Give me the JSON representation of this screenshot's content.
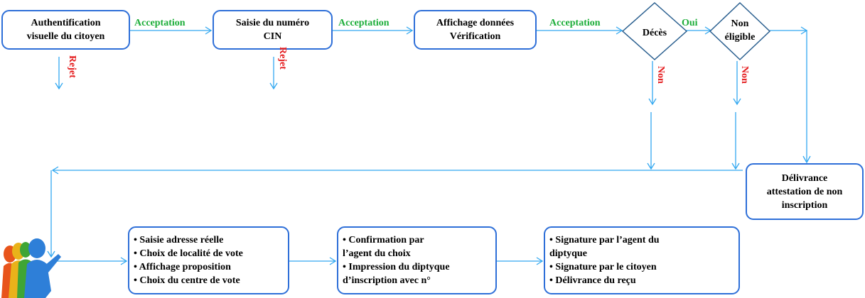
{
  "process": {
    "auth": {
      "line1": "Authentification",
      "line2": "visuelle du citoyen"
    },
    "cin": {
      "line1": "Saisie du numéro",
      "line2": "CIN"
    },
    "display": {
      "line1": "Affichage données",
      "line2": "Vérification"
    },
    "deces": "Décès",
    "eligible": {
      "line1": "Non",
      "line2": "éligible"
    },
    "attestation": {
      "line1": "Délivrance",
      "line2": "attestation de non",
      "line3": "inscription"
    }
  },
  "labels": {
    "acceptation": "Acceptation",
    "rejet": "Rejet",
    "oui": "Oui",
    "non": "Non"
  },
  "steps": {
    "step1": [
      "• Saisie adresse réelle",
      "• Choix de localité de vote",
      "• Affichage proposition",
      "• Choix du centre de vote"
    ],
    "step2": [
      "• Confirmation par",
      "l’agent du choix",
      "• Impression du diptyque",
      "d’inscription avec n°"
    ],
    "step3": [
      "• Signature par l’agent du",
      "diptyque",
      "• Signature par le citoyen",
      "• Délivrance du reçu"
    ]
  },
  "colors": {
    "box_border": "#2E6FD8",
    "arrow": "#33A8F0",
    "accept": "#1DAE3A",
    "reject": "#E41A1C"
  }
}
